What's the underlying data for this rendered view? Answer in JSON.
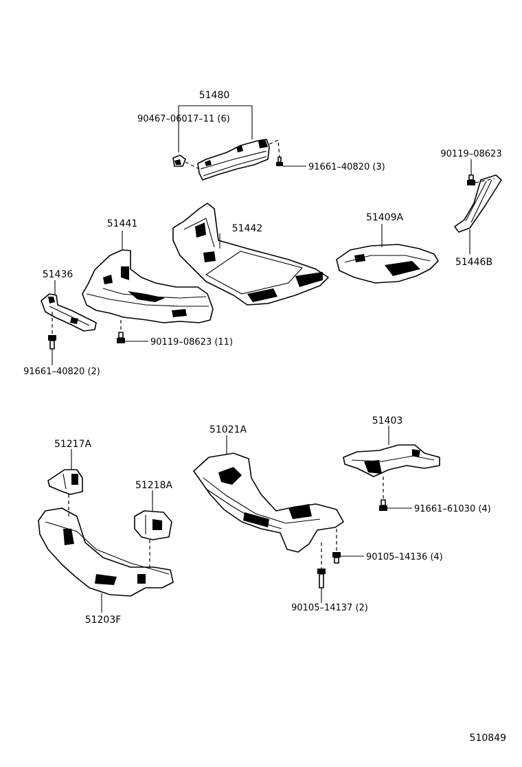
{
  "diagram": {
    "labels": {
      "p51480": "51480",
      "p90467": "90467–06017–11 (6)",
      "p91661_3": "91661–40820 (3)",
      "p90119_a": "90119–08623",
      "p51446b": "51446B",
      "p51441": "51441",
      "p51442": "51442",
      "p51409a": "51409A",
      "p51436": "51436",
      "p90119_11": "90119–08623 (11)",
      "p91661_2": "91661–40820 (2)",
      "p51217a": "51217A",
      "p51218a": "51218A",
      "p51203f": "51203F",
      "p51021a": "51021A",
      "p51403": "51403",
      "p91661_4": "91661–61030 (4)",
      "p90105_4": "90105–14136 (4)",
      "p90105_2": "90105–14137 (2)",
      "drawing_no": "510849"
    }
  }
}
